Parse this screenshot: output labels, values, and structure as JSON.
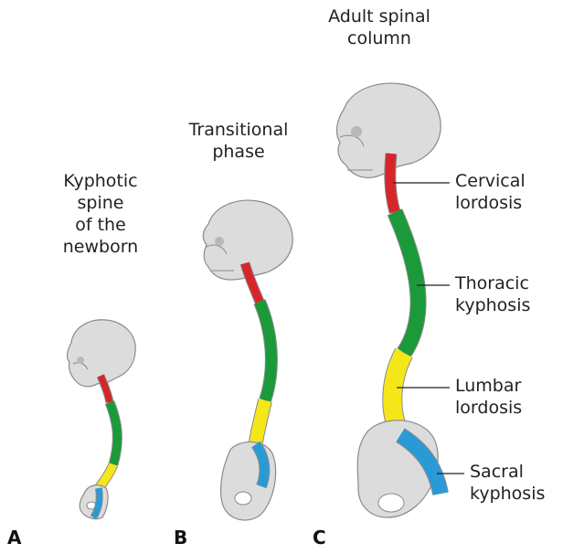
{
  "panels": [
    {
      "letter": "A",
      "title_lines": [
        "Kyphotic",
        "spine",
        "of the",
        "newborn"
      ]
    },
    {
      "letter": "B",
      "title_lines": [
        "Transitional",
        "phase"
      ]
    },
    {
      "letter": "C",
      "title_lines": [
        "Adult spinal",
        "column"
      ]
    }
  ],
  "callouts": [
    {
      "lines": [
        "Cervical",
        "lordosis"
      ],
      "segment": "cervical"
    },
    {
      "lines": [
        "Thoracic",
        "kyphosis"
      ],
      "segment": "thoracic"
    },
    {
      "lines": [
        "Lumbar",
        "lordosis"
      ],
      "segment": "lumbar"
    },
    {
      "lines": [
        "Sacral",
        "kyphosis"
      ],
      "segment": "sacral"
    }
  ],
  "colors": {
    "cervical": "#d7262b",
    "thoracic": "#1b9a3a",
    "lumbar": "#f5e61a",
    "sacral": "#2a9ad6",
    "bone": "#dcdcdc",
    "bone_outline": "#8a8a8a"
  }
}
